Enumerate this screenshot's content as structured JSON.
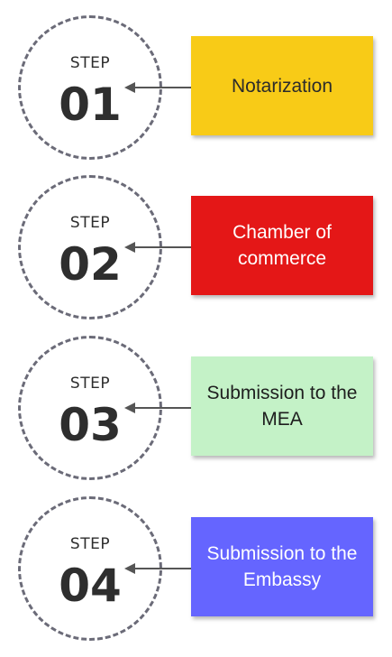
{
  "steps": [
    {
      "word": "STEP",
      "number": "01",
      "label": "Notarization",
      "color": "#f8cb17",
      "text_color": "#2b2b2b"
    },
    {
      "word": "STEP",
      "number": "02",
      "label": "Chamber of commerce",
      "color": "#e41717",
      "text_color": "#ffffff"
    },
    {
      "word": "STEP",
      "number": "03",
      "label": "Submission to the MEA",
      "color": "#c4f2c7",
      "text_color": "#1e1e1e"
    },
    {
      "word": "STEP",
      "number": "04",
      "label": "Submission to the Embassy",
      "color": "#6565ff",
      "text_color": "#ffffff"
    }
  ]
}
